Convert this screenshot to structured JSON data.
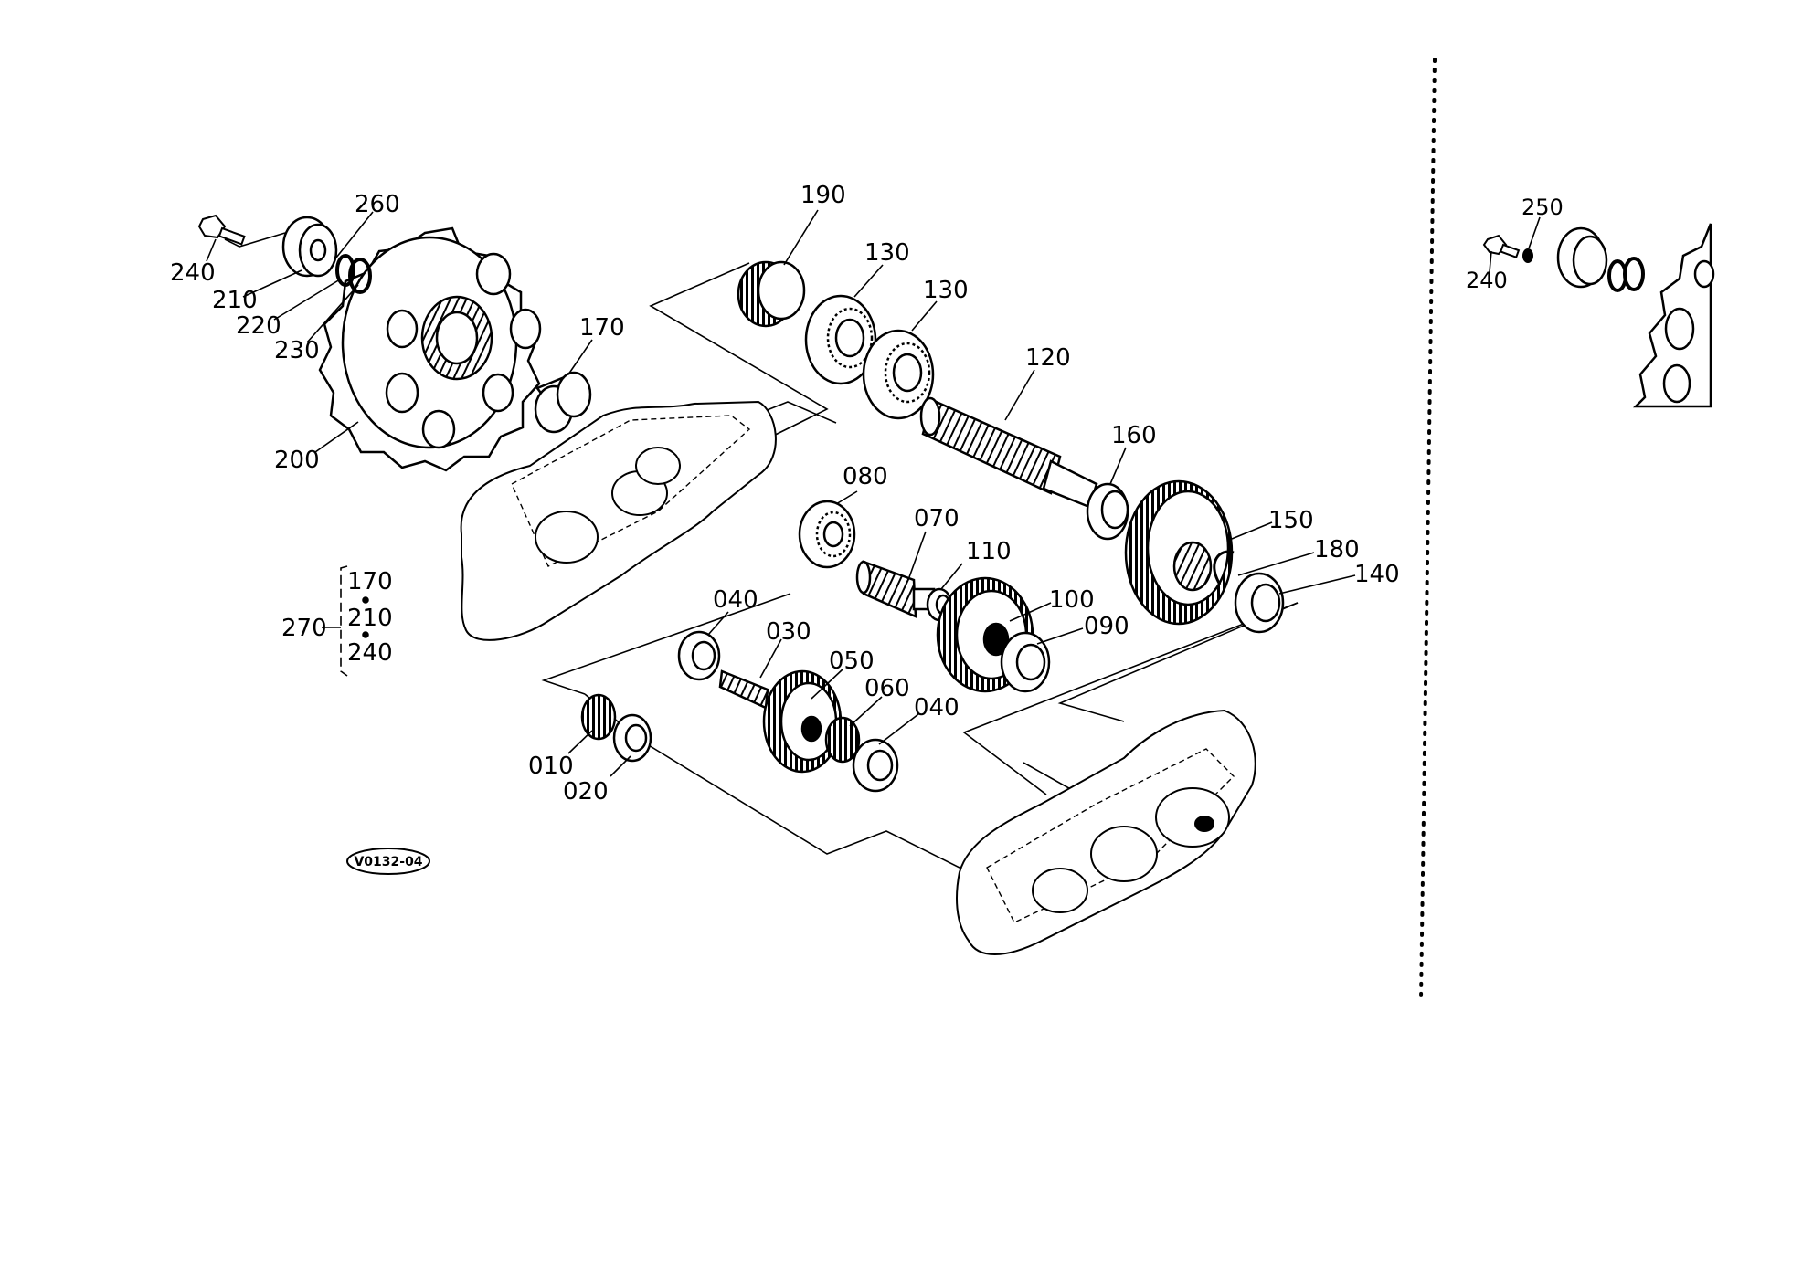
{
  "figure": {
    "code": "V0132-04",
    "callouts": {
      "p010": "010",
      "p020": "020",
      "p030": "030",
      "p040a": "040",
      "p040b": "040",
      "p050": "050",
      "p060": "060",
      "p070": "070",
      "p080": "080",
      "p090": "090",
      "p100": "100",
      "p110": "110",
      "p120": "120",
      "p130a": "130",
      "p130b": "130",
      "p140": "140",
      "p150": "150",
      "p160": "160",
      "p170": "170",
      "p180": "180",
      "p190": "190",
      "p200": "200",
      "p210": "210",
      "p220": "220",
      "p230": "230",
      "p240": "240",
      "p260": "260"
    },
    "kit": {
      "label": "270",
      "items": [
        "170",
        "210",
        "240"
      ]
    },
    "inset": {
      "p250": "250",
      "p240": "240"
    }
  }
}
